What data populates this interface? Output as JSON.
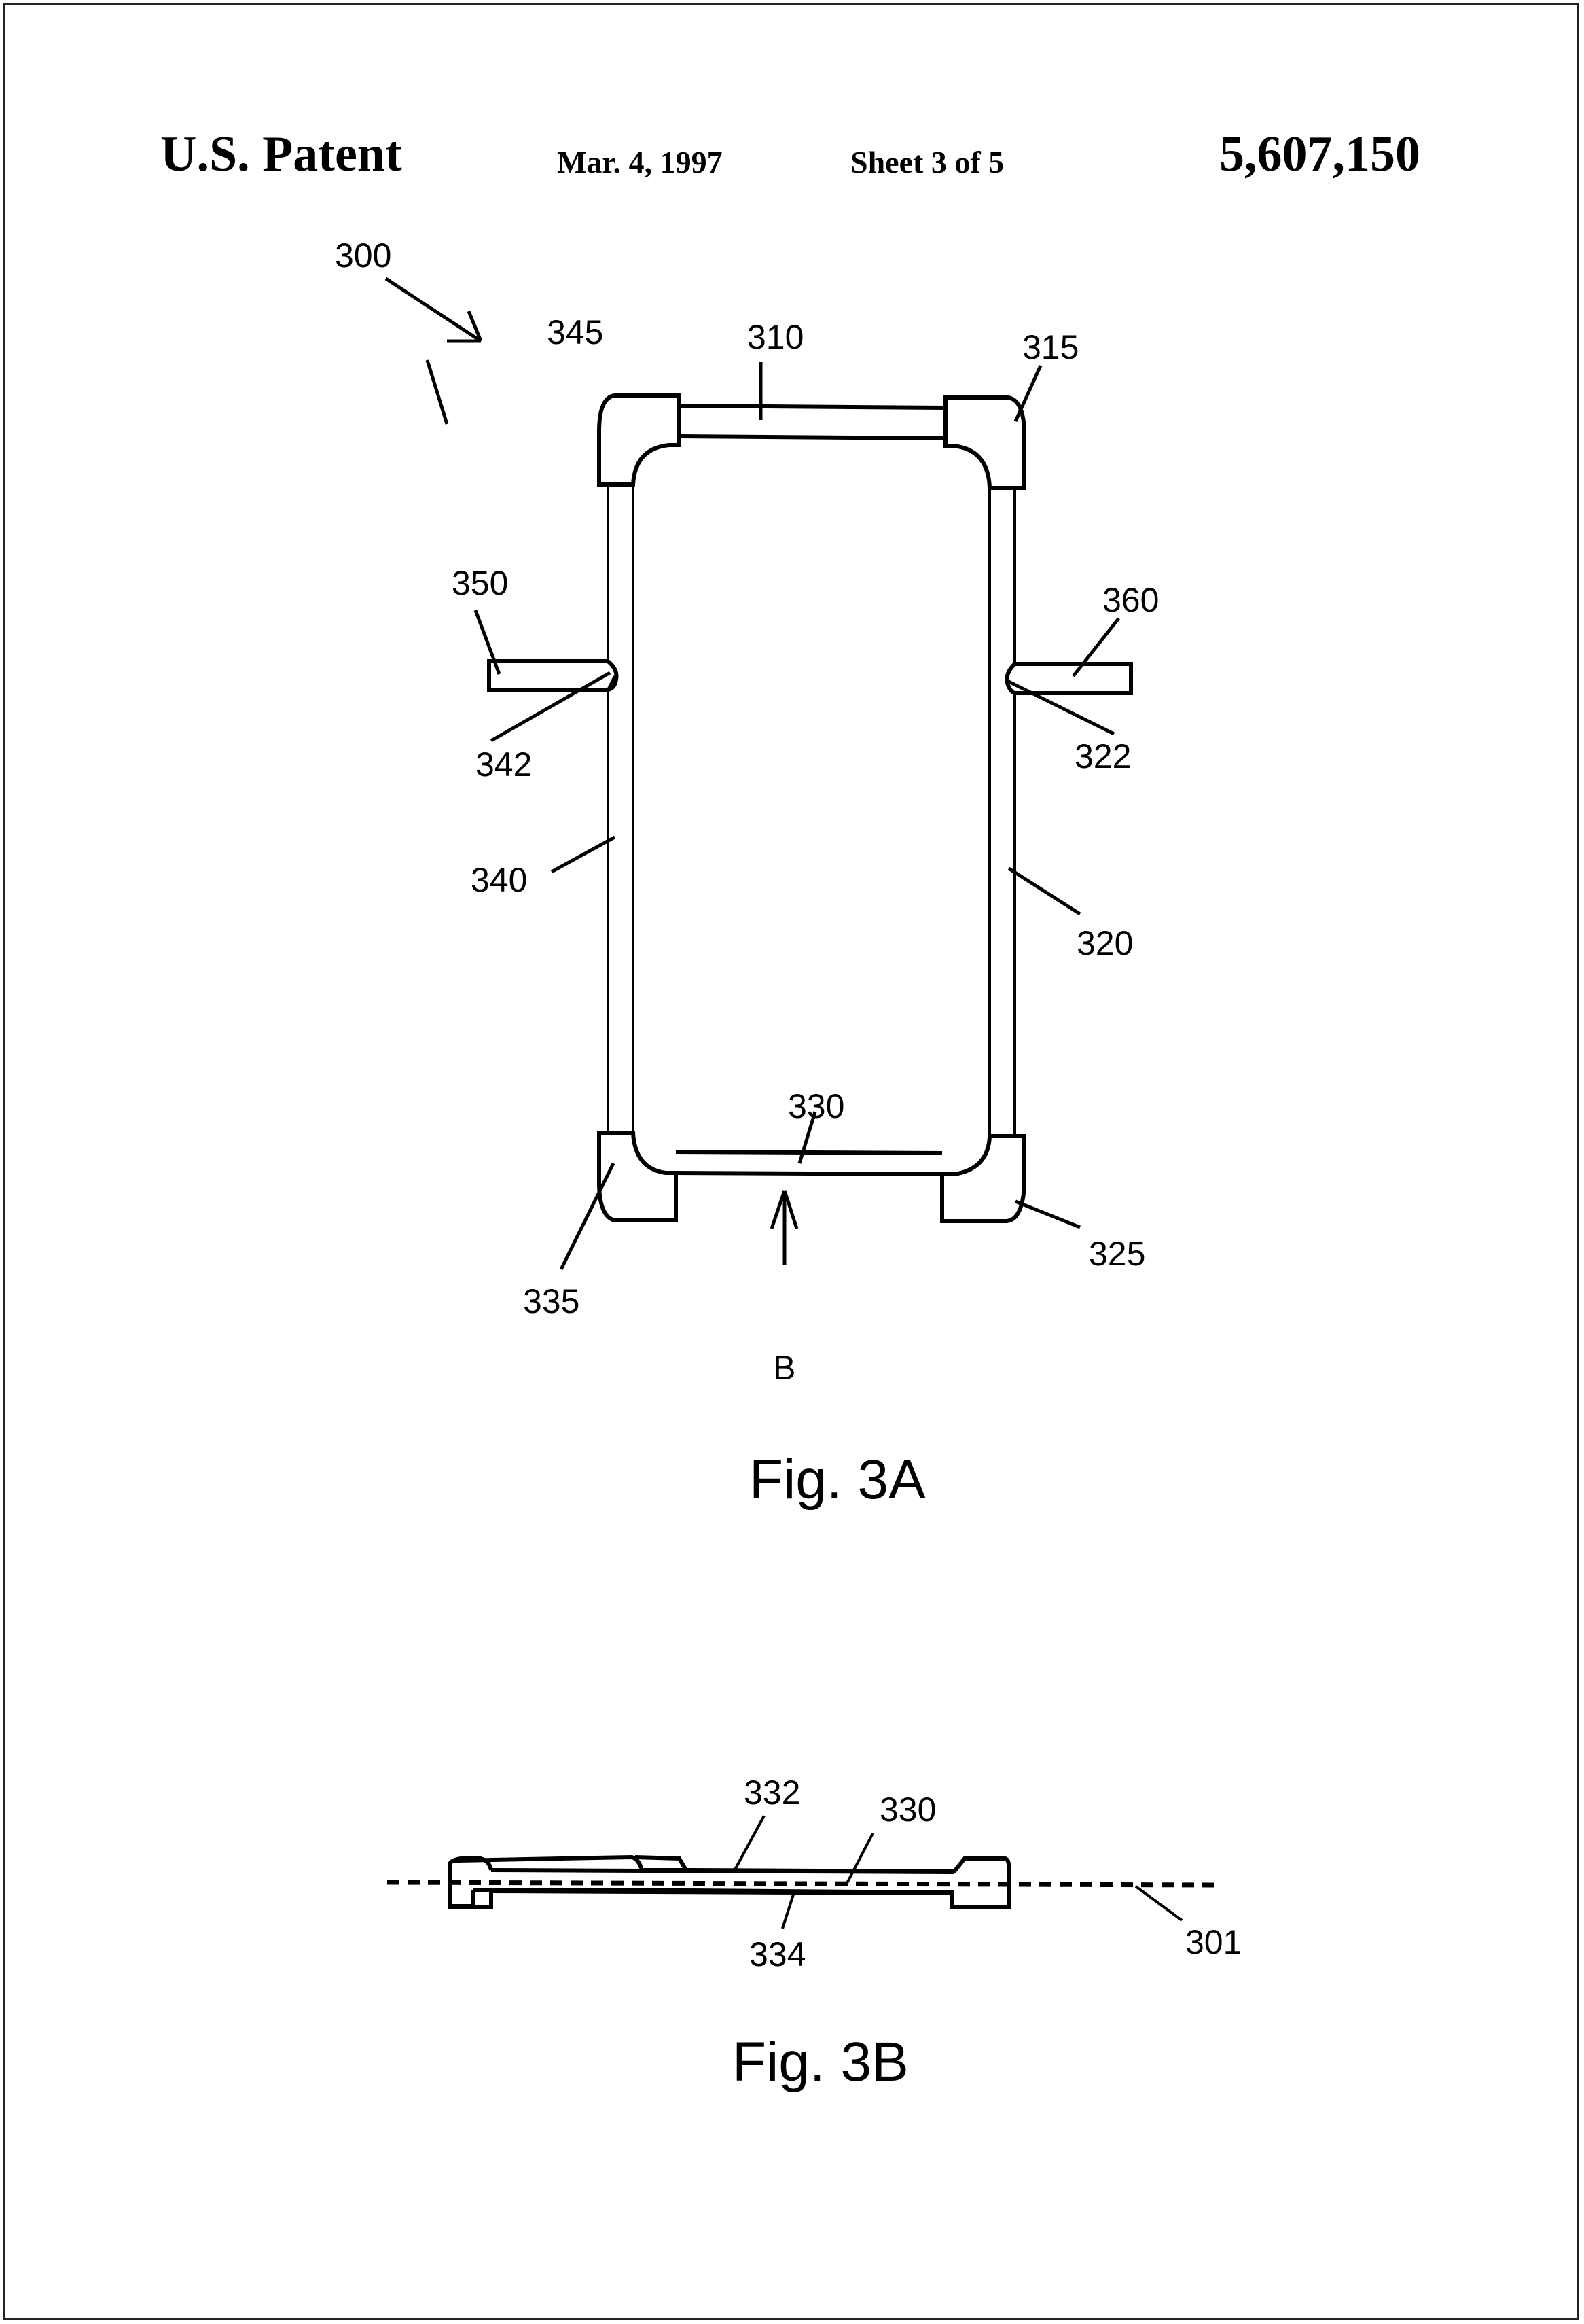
{
  "header": {
    "office": "U.S. Patent",
    "date": "Mar. 4, 1997",
    "sheet": "Sheet 3 of 5",
    "patent_number": "5,607,150"
  },
  "figure_3a": {
    "caption": "Fig. 3A",
    "labels": {
      "assembly": "300",
      "top_bar": "310",
      "top_right_corner": "315",
      "top_left_corner": "345",
      "left_tab": "350",
      "right_tab": "360",
      "left_joint": "342",
      "right_joint": "322",
      "left_bar": "340",
      "right_bar": "320",
      "bottom_bar": "330",
      "bottom_left_corner": "335",
      "bottom_right_corner": "325",
      "view_arrow": "B"
    }
  },
  "figure_3b": {
    "caption": "Fig. 3B",
    "labels": {
      "top_surface": "332",
      "bar": "330",
      "bottom_surface": "334",
      "centerline": "301"
    }
  }
}
